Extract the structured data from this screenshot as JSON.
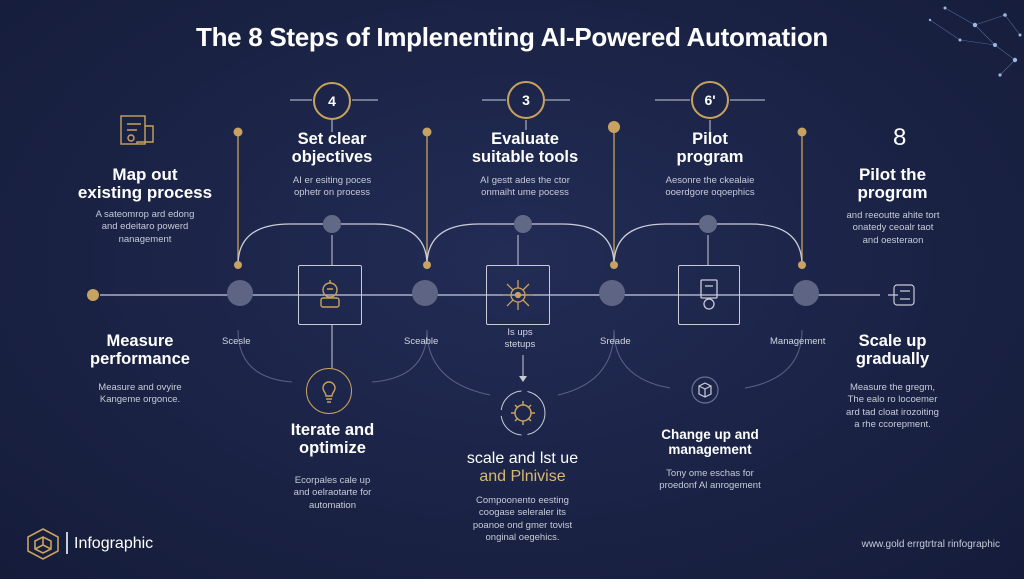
{
  "title": "The 8 Steps of Implenenting AI-Powered Automation",
  "top_numbers": [
    "4",
    "3",
    "6'",
    "8"
  ],
  "upper_steps": [
    {
      "title_l1": "Map out",
      "title_l2": "existing process",
      "desc_l1": "A sateomrop ard edong",
      "desc_l2": "and edeitaro powerd",
      "desc_l3": "nanagement"
    },
    {
      "title_l1": "Set clear",
      "title_l2": "objectives",
      "desc_l1": "AI er esiting poces",
      "desc_l2": "ophetr on process"
    },
    {
      "title_l1": "Evaluate",
      "title_l2": "suitable tools",
      "desc_l1": "AI gestt ades the ctor",
      "desc_l2": "onmaiht ume pocess"
    },
    {
      "title_l1": "Pilot",
      "title_l2": "program",
      "desc_l1": "Aesonre the ckealaie",
      "desc_l2": "ooerdgore oqoephics"
    },
    {
      "title_l1": "Pilot the",
      "title_l2": "progrɑm",
      "desc_l1": "and reeoutte ahite tort",
      "desc_l2": "onatedy ceoalr taot",
      "desc_l3": "and oesteraon"
    }
  ],
  "node_labels": [
    "Scesle",
    "Sceable",
    "Sreade",
    "Management"
  ],
  "center_label_l1": "Is ups",
  "center_label_l2": "stetups",
  "lower_steps": [
    {
      "title_l1": "Measure",
      "title_l2": "performance",
      "desc_l1": "Measure and ovyire",
      "desc_l2": "Kangeme orgonce."
    },
    {
      "title_l1": "Iterate and",
      "title_l2": "optimize",
      "desc_l1": "Ecorpales cale up",
      "desc_l2": "and oelraotarte for",
      "desc_l3": "automation"
    },
    {
      "title_l1": "scale and lst ue",
      "title_l2": "and Plnivise",
      "desc_l1": "Compoonento eesting",
      "desc_l2": "coogase seleraler its",
      "desc_l3": "poanoe ond gmer tovist",
      "desc_l4": "onginal oegehics."
    },
    {
      "title_l1": "Change up and",
      "title_l2": "management",
      "desc_l1": "Tony ome eschas for",
      "desc_l2": "proedonf Al anrogement"
    },
    {
      "title_l1": "Scale up",
      "title_l2": "gradually",
      "desc_l1": "Measure the gregm,",
      "desc_l2": "The ealo ro locoemer",
      "desc_l3": "ard tad cloat irozoiting",
      "desc_l4": "a rhe ccorepment."
    }
  ],
  "footer": {
    "brand": "Infographic",
    "url": "www.gold errgtrtral rinfographic"
  },
  "colors": {
    "background": "#1b2447",
    "gold": "#c8a25f",
    "node": "#5e6483",
    "line": "#c9ccd8"
  }
}
